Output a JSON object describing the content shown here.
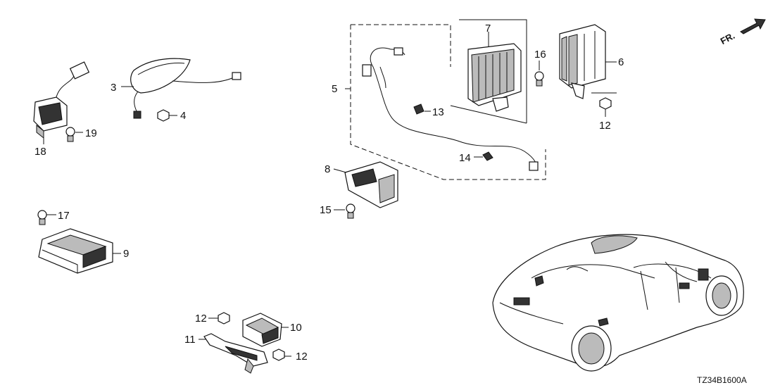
{
  "diagram": {
    "direction_label": "FR.",
    "diagram_code": "TZ34B1600A",
    "callouts": [
      "3",
      "4",
      "5",
      "6",
      "7",
      "8",
      "9",
      "10",
      "11",
      "12",
      "12",
      "12",
      "13",
      "14",
      "15",
      "16",
      "17",
      "18",
      "19"
    ]
  }
}
